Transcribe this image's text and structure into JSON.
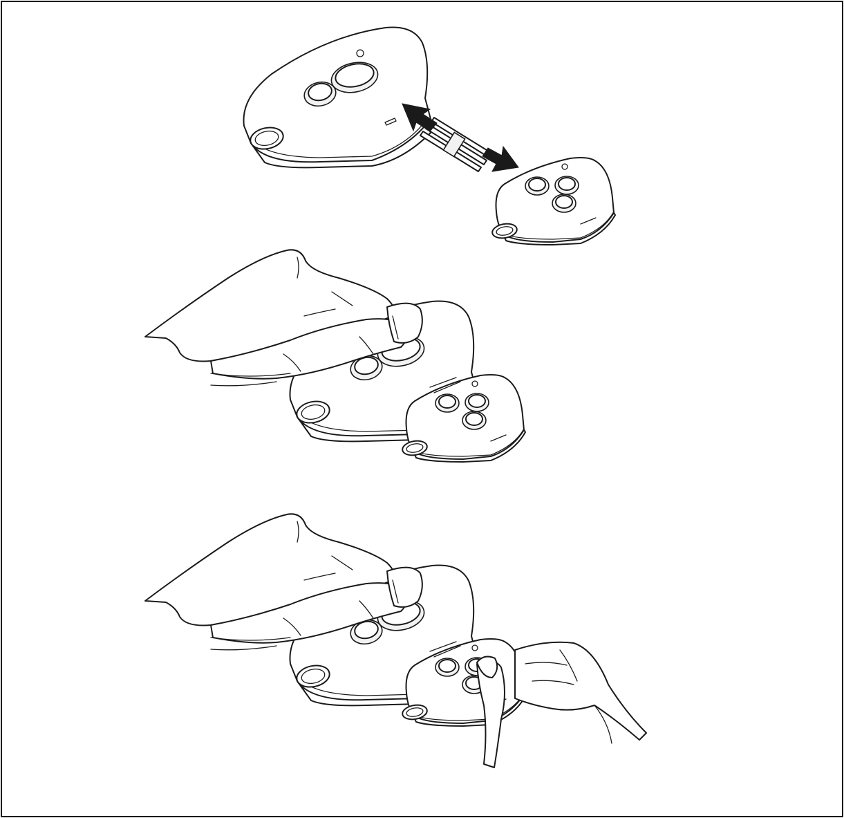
{
  "figure": {
    "steps": [
      {
        "id": "step-1-connect-cable"
      },
      {
        "id": "step-2-hold-transmitter-button"
      },
      {
        "id": "step-3-press-new-remote-button"
      }
    ],
    "colors": {
      "line": "#1a1a1a",
      "background": "#ffffff",
      "shade": "#f2f2f2"
    },
    "icons": [
      "remote-control-2-button-icon",
      "remote-control-3-button-icon",
      "connector-cable-icon",
      "arrow-icon",
      "hand-icon"
    ]
  }
}
